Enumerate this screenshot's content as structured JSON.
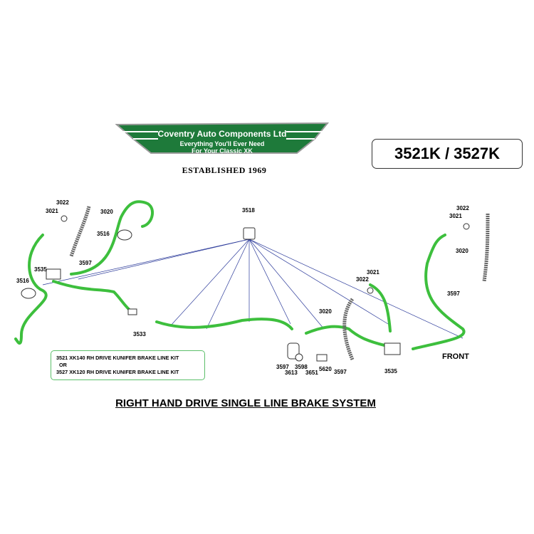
{
  "logo": {
    "company": "Coventry Auto Components Ltd",
    "tagline_1": "Everything You'll Ever Need",
    "tagline_2": "For Your Classic XK",
    "established": "ESTABLISHED  1969"
  },
  "kit_numbers": "3521K / 3527K",
  "note": {
    "line_1": "3521 XK140 RH DRIVE KUNIFER BRAKE LINE KIT",
    "line_2": "OR",
    "line_3": "3527 XK120 RH DRIVE KUNIFER BRAKE LINE KIT"
  },
  "title": "RIGHT HAND DRIVE SINGLE LINE BRAKE SYSTEM",
  "front_label": "FRONT",
  "part_labels": [
    "3022",
    "3021",
    "3020",
    "3518",
    "3516",
    "3597",
    "3535",
    "3516",
    "3533",
    "3022",
    "3021",
    "3020",
    "3597",
    "3021",
    "3022",
    "3020",
    "3597",
    "3613",
    "3598",
    "3651",
    "5620",
    "3597",
    "3535"
  ],
  "colors": {
    "pipe": "#3dbf3d",
    "logo_green": "#1e7a3a",
    "leader": "#2b3a9a"
  }
}
